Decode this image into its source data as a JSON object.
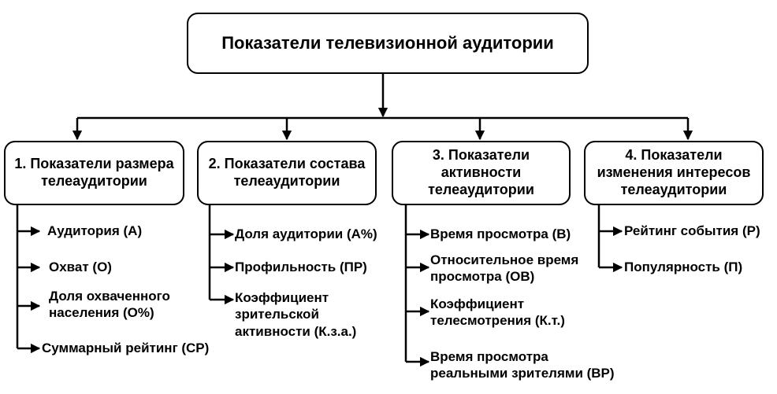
{
  "title": "Показатели телевизионной аудитории",
  "categories": [
    {
      "label_lines": [
        "1. Показатели размера",
        "телеаудитории"
      ],
      "items": [
        {
          "lines": [
            "Аудитория (А)"
          ]
        },
        {
          "lines": [
            "Охват (О)"
          ]
        },
        {
          "lines": [
            "Доля охваченного",
            "населения (О%)"
          ]
        },
        {
          "lines": [
            "Суммарный рейтинг (СР)"
          ]
        }
      ]
    },
    {
      "label_lines": [
        "2. Показатели состава",
        "телеаудитории"
      ],
      "items": [
        {
          "lines": [
            "Доля аудитории (А%)"
          ]
        },
        {
          "lines": [
            "Профильность (ПР)"
          ]
        },
        {
          "lines": [
            "Коэффициент",
            "зрительской",
            "активности (К.з.а.)"
          ]
        }
      ]
    },
    {
      "label_lines": [
        "3. Показатели",
        "активности",
        "телеаудитории"
      ],
      "items": [
        {
          "lines": [
            "Время просмотра (В)"
          ]
        },
        {
          "lines": [
            "Относительное время",
            "просмотра (ОВ)"
          ]
        },
        {
          "lines": [
            "Коэффициент",
            "телесмотрения (К.т.)"
          ]
        },
        {
          "lines": [
            "Время просмотра",
            "реальными зрителями (ВР)"
          ]
        }
      ]
    },
    {
      "label_lines": [
        "4. Показатели",
        "изменения интересов",
        "телеаудитории"
      ],
      "items": [
        {
          "lines": [
            "Рейтинг события (Р)"
          ]
        },
        {
          "lines": [
            "Популярность (П)"
          ]
        }
      ]
    }
  ]
}
